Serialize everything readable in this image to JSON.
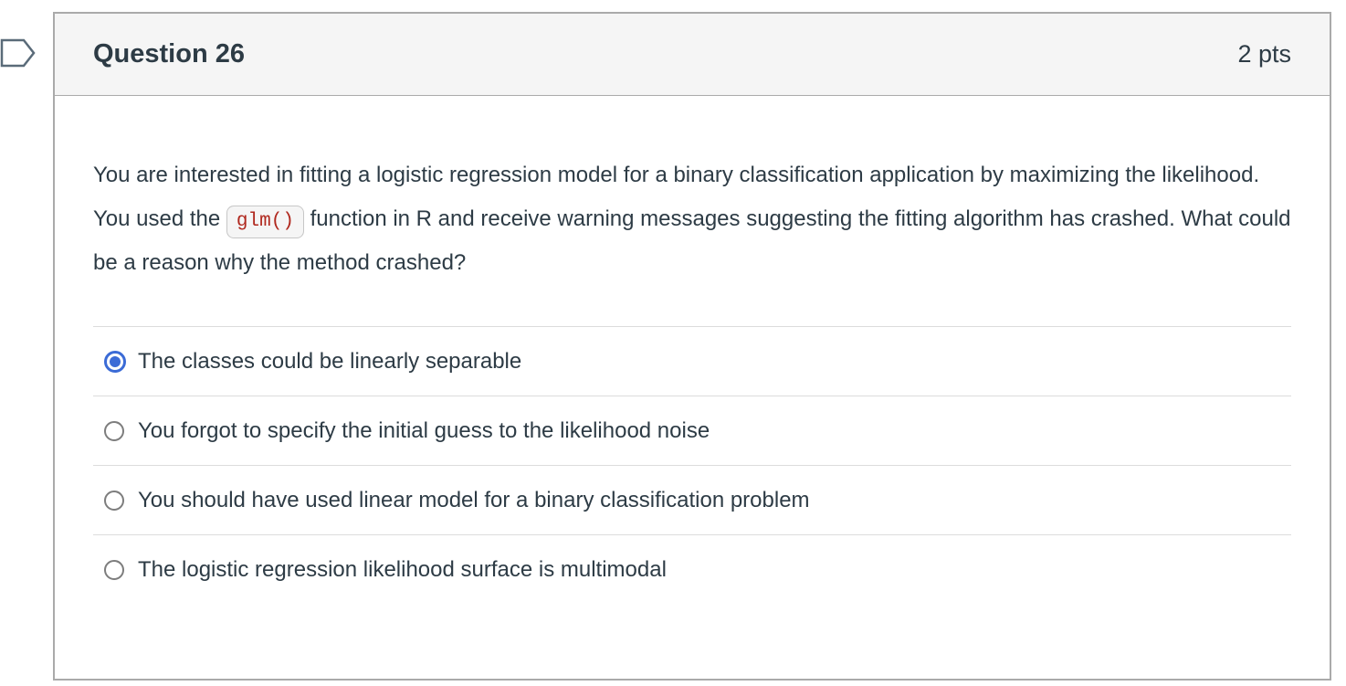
{
  "question": {
    "title": "Question 26",
    "points": "2 pts",
    "body_before_code": "You are interested in fitting a logistic regression model for a binary classification application by maximizing the likelihood. You used the ",
    "code": "glm()",
    "body_after_code": " function in R and receive warning messages suggesting the fitting algorithm has crashed. What could be a reason why the method crashed?",
    "options": [
      {
        "label": "The classes could be linearly separable",
        "selected": true
      },
      {
        "label": "You forgot to specify the initial guess to the likelihood noise",
        "selected": false
      },
      {
        "label": "You should have used linear model for a binary classification problem",
        "selected": false
      },
      {
        "label": "The logistic regression likelihood surface is multimodal",
        "selected": false
      }
    ]
  },
  "icons": {
    "flag": "question-flag-icon"
  },
  "colors": {
    "text": "#2D3B45",
    "header_bg": "#F5F5F5",
    "card_border": "#AAAAAA",
    "divider": "#DCDCDC",
    "radio_selected": "#3B6BD6",
    "radio_unselected_border": "#7D7D7D",
    "code_text": "#B0281E",
    "code_bg": "#F5F5F5",
    "code_border": "#C7C7C7"
  }
}
